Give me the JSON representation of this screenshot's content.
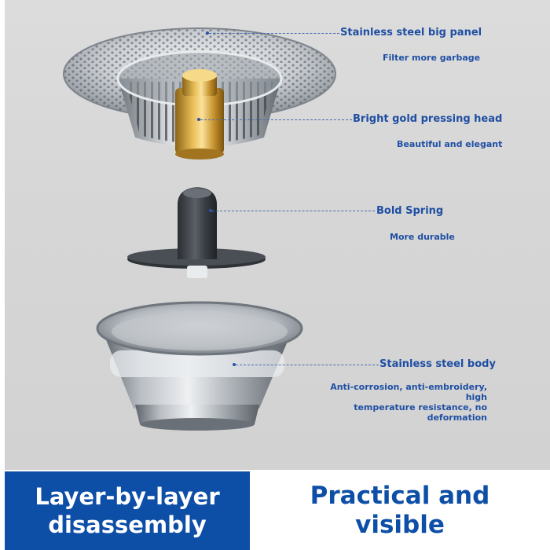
{
  "callouts": {
    "panel": {
      "title": "Stainless steel big panel",
      "subtitle": "Filter more garbage"
    },
    "head": {
      "title": "Bright gold pressing head",
      "subtitle": "Beautiful and elegant"
    },
    "spring": {
      "title": "Bold Spring",
      "subtitle": "More durable"
    },
    "body": {
      "title": "Stainless steel body",
      "subtitle_line1": "Anti-corrosion, anti-embroidery, high",
      "subtitle_line2": "temperature resistance, no",
      "subtitle_line3": "deformation"
    }
  },
  "banner": {
    "left_line1": "Layer-by-layer",
    "left_line2": "disassembly",
    "right_line1": "Practical and",
    "right_line2": "visible"
  },
  "colors": {
    "accent_blue": "#0d4ea6",
    "callout_blue": "#1f4fa3",
    "gold": "#d4a33a",
    "steel": "#b8bcc2"
  }
}
